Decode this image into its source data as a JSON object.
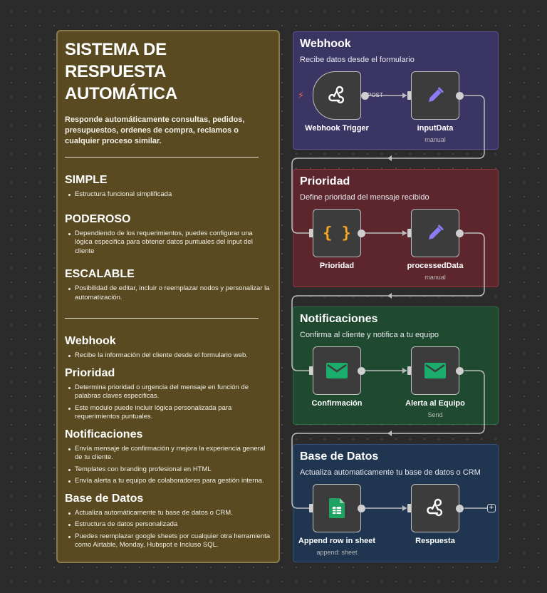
{
  "note": {
    "title_line1": "SISTEMA DE RESPUESTA",
    "title_line2": "AUTOMÁTICA",
    "description": "Responde automáticamente consultas, pedidos, presupuestos, ordenes de compra, reclamos o cualquier proceso similar.",
    "features": [
      {
        "heading": "SIMPLE",
        "bullets": [
          "Estructura funcional simplificada"
        ]
      },
      {
        "heading": "PODEROSO",
        "bullets": [
          "Dependiendo de los requerimientos, puedes configurar una lógica especifica para obtener datos puntuales del input del cliente"
        ]
      },
      {
        "heading": "ESCALABLE",
        "bullets": [
          "Posibilidad de editar, incluir o reemplazar nodos y personalizar la automatización."
        ]
      }
    ],
    "modules": [
      {
        "heading": "Webhook",
        "bullets": [
          "Recibe la información del cliente desde el formulario web."
        ]
      },
      {
        "heading": "Prioridad",
        "bullets": [
          "Determina prioridad o urgencia del mensaje en función de palabras claves especificas.",
          "Este modulo puede incluir lógica personalizada para requerimientos puntuales."
        ]
      },
      {
        "heading": "Notificaciones",
        "bullets": [
          "Envía mensaje de confirmación y mejora la experiencia general de tu cliente.",
          "Templates con branding profesional en HTML",
          "Envía alerta a tu equipo de colaboradores para gestión interna."
        ]
      },
      {
        "heading": "Base de Datos",
        "bullets": [
          "Actualiza automáticamente tu base de datos o CRM.",
          "Estructura de datos personalizada",
          "Puedes reemplazar google sheets por cualquier otra herramienta como Airtable, Monday, Hubspot e Incluso SQL."
        ]
      }
    ]
  },
  "groups": {
    "webhook": {
      "title": "Webhook",
      "subtitle": "Recibe datos desde el formulario"
    },
    "prioridad": {
      "title": "Prioridad",
      "subtitle": "Define prioridad del mensaje recibido"
    },
    "notificaciones": {
      "title": "Notificaciones",
      "subtitle": "Confirma al cliente y notifica a tu equipo"
    },
    "base": {
      "title": "Base de Datos",
      "subtitle": "Actualiza automaticamente tu base de datos o CRM"
    }
  },
  "nodes": {
    "webhook_trigger": {
      "label": "Webhook Trigger",
      "icon": "webhook-icon"
    },
    "post_label": "POST",
    "input_data": {
      "label": "inputData",
      "sub": "manual",
      "icon": "pencil-icon"
    },
    "prioridad": {
      "label": "Prioridad",
      "icon": "code-braces-icon"
    },
    "processed_data": {
      "label": "processedData",
      "sub": "manual",
      "icon": "pencil-icon"
    },
    "confirmacion": {
      "label": "Confirmación",
      "icon": "mail-icon"
    },
    "alerta": {
      "label": "Alerta al Equipo",
      "sub": "Send",
      "icon": "mail-icon"
    },
    "append_row": {
      "label": "Append row in sheet",
      "sub": "append: sheet",
      "icon": "google-sheets-icon"
    },
    "respuesta": {
      "label": "Respuesta",
      "icon": "webhook-icon"
    }
  },
  "colors": {
    "note_bg": "#594a21",
    "group_webhook": "#3b3564",
    "group_prioridad": "#5c262c",
    "group_notificaciones": "#1f4a30",
    "group_base": "#1f3550",
    "pencil": "#8b7cf6",
    "braces": "#f5a623",
    "mail": "#1aad6b",
    "sheets": "#1ea362",
    "trigger_bolt": "#f25c54"
  }
}
